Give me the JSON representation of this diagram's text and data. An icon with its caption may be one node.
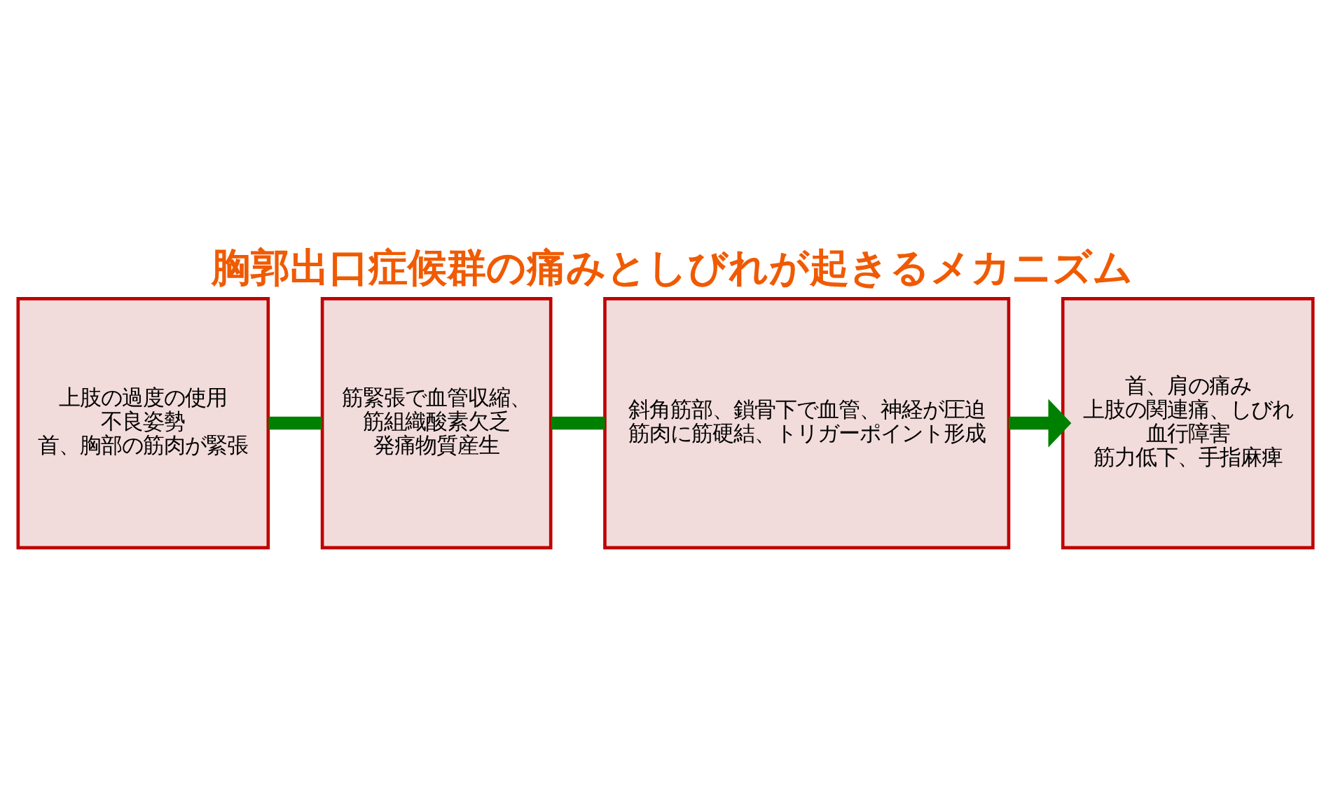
{
  "diagram": {
    "title": "胸郭出口症候群の痛みとしびれが起きるメカニズム",
    "nodes": [
      {
        "text": [
          "上肢の過度の使用",
          "不良姿勢",
          "首、胸部の筋肉が緊張"
        ]
      },
      {
        "text": [
          "筋緊張で血管収縮、",
          "筋組織酸素欠乏",
          "発痛物質産生"
        ]
      },
      {
        "text": [
          "斜角筋部、鎖骨下で血管、神経が圧迫",
          "筋肉に筋硬結、トリガーポイント形成"
        ]
      },
      {
        "text": [
          "首、肩の痛み",
          "上肢の関連痛、しびれ",
          "血行障害",
          "筋力低下、手指麻痺"
        ]
      }
    ],
    "edges": [
      {
        "from": 0,
        "to": 1,
        "arrow": "none",
        "color": "#008000"
      },
      {
        "from": 1,
        "to": 2,
        "arrow": "none",
        "color": "#008000"
      },
      {
        "from": 2,
        "to": 3,
        "arrow": "to",
        "color": "#008000"
      }
    ]
  }
}
